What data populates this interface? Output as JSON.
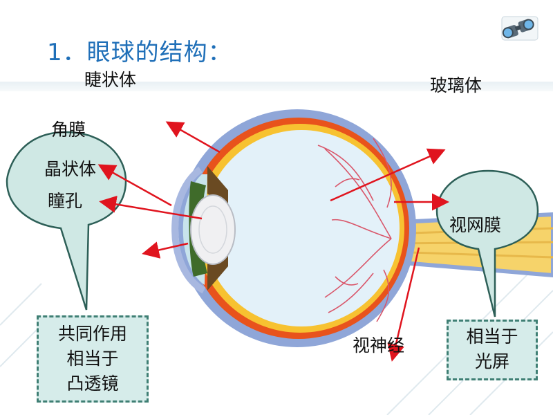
{
  "title": "1．眼球的结构：",
  "labels": {
    "ciliary_body": "睫状体",
    "vitreous": "玻璃体",
    "cornea": "角膜",
    "lens": "晶状体",
    "pupil": "瞳孔",
    "retina": "视网膜",
    "optic_nerve": "视神经"
  },
  "note_left": {
    "line1": "共同作用",
    "line2": "相当于",
    "line3": "凸透镜"
  },
  "note_right": {
    "line1": "相当于",
    "line2": "光屏"
  },
  "colors": {
    "title": "#1f6fb8",
    "arrow": "#e0141e",
    "bubble": "#cfe8e4",
    "bubble_border": "#2d5f57",
    "note_fill": "#d6ecea",
    "note_border": "#3f7f74",
    "sclera": "#8fa6d8",
    "choroid": "#e8531c",
    "retina_layer": "#f7c231",
    "vitreous": "#e3f1f9"
  },
  "icons": {
    "corner": "binoculars-icon"
  }
}
